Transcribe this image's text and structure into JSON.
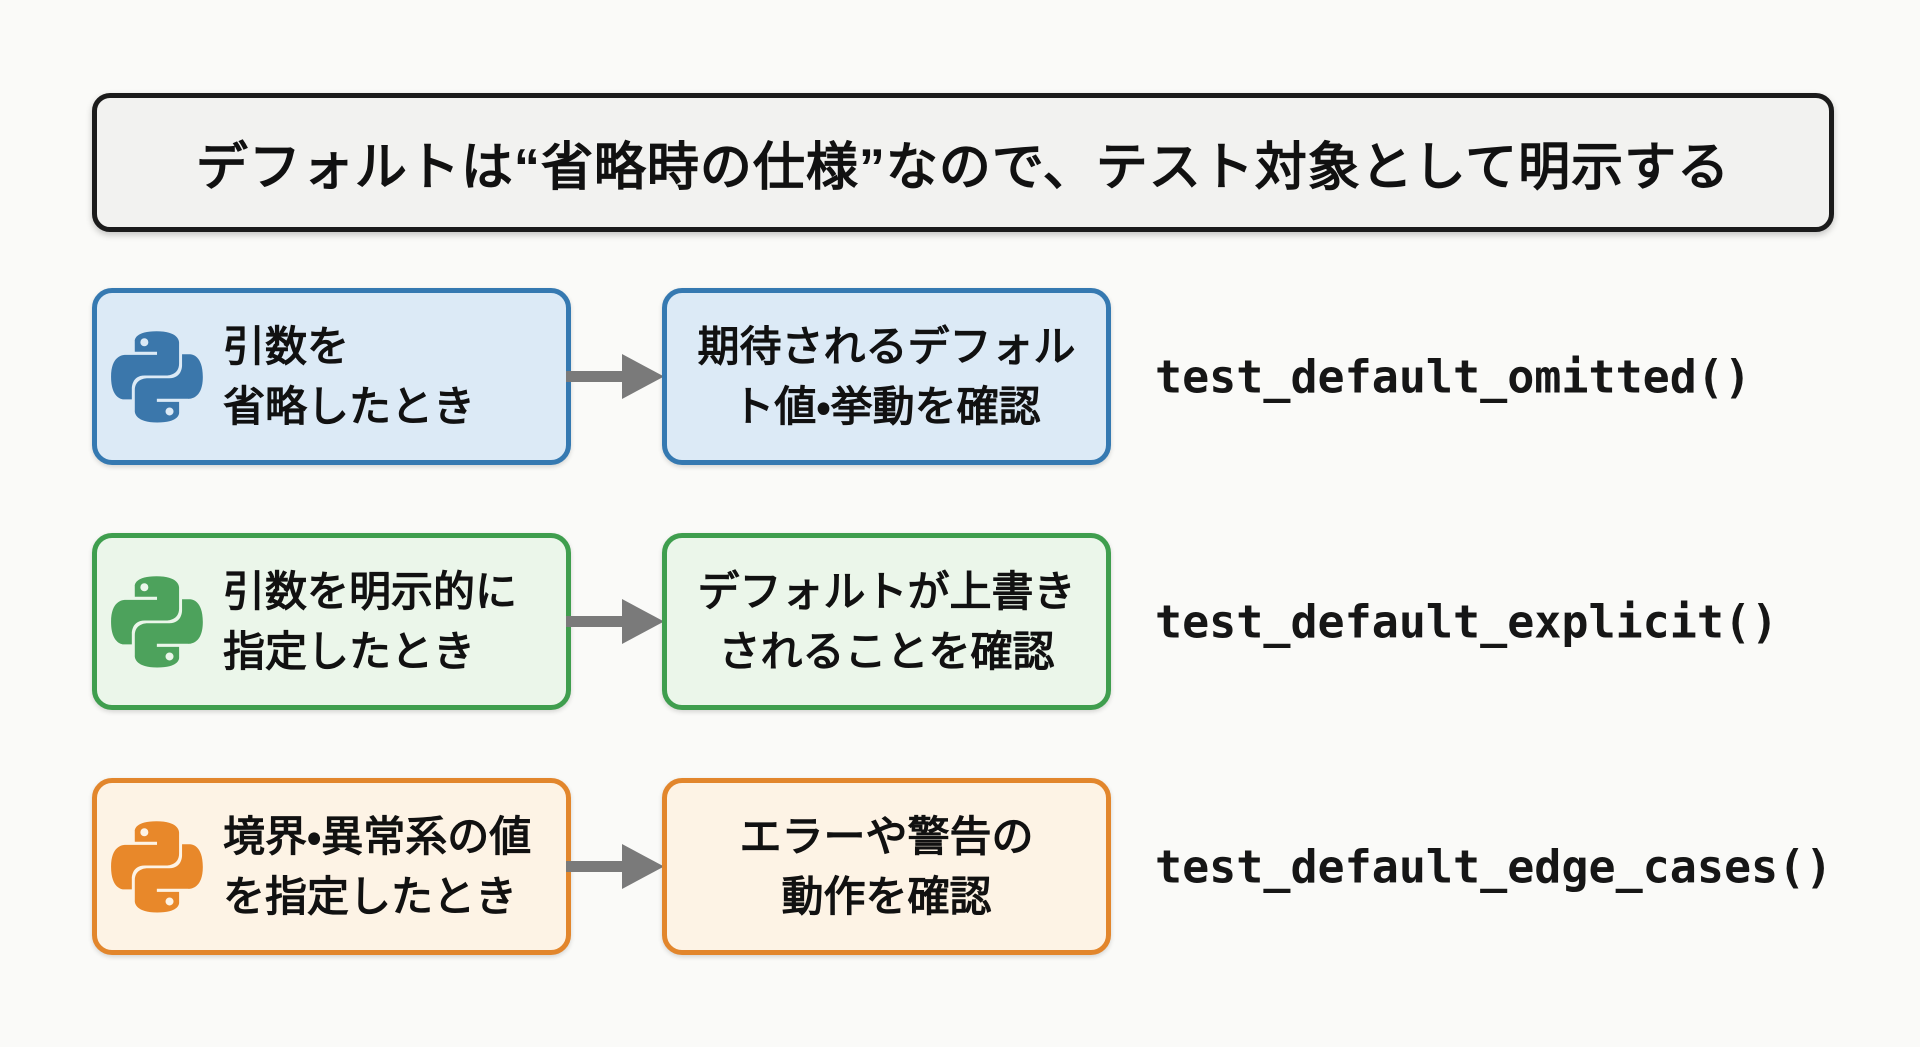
{
  "page": {
    "background": "#fafaf8",
    "arrow_color": "#7a7a7a",
    "text_color": "#111111"
  },
  "title": {
    "text": "デフォルトは“省略時の仕様”なので、テスト対象として明示する",
    "border_color": "#1b1b1b",
    "background": "#f2f2f0"
  },
  "rows": [
    {
      "icon": "python-logo-icon",
      "condition_line1": "引数を",
      "condition_line2": "省略したとき",
      "action_line1": "期待されるデフォル",
      "action_line2": "ト値・挙動を確認",
      "test_name": "test_default_omitted()",
      "theme": {
        "border": "#3579b1",
        "background": "#dceaf6",
        "icon": "#3b77ab"
      }
    },
    {
      "icon": "python-logo-icon",
      "condition_line1": "引数を明示的に",
      "condition_line2": "指定したとき",
      "action_line1": "デフォルトが上書き",
      "action_line2": "されることを確認",
      "test_name": "test_default_explicit()",
      "theme": {
        "border": "#3f9e4e",
        "background": "#ebf6ea",
        "icon": "#4da25c"
      }
    },
    {
      "icon": "python-logo-icon",
      "condition_line1": "境界・異常系の値",
      "condition_line2": "を指定したとき",
      "action_line1": "エラーや警告の",
      "action_line2": "動作を確認",
      "test_name": "test_default_edge_cases()",
      "theme": {
        "border": "#e2862c",
        "background": "#fdf3e5",
        "icon": "#e8882a"
      }
    }
  ]
}
